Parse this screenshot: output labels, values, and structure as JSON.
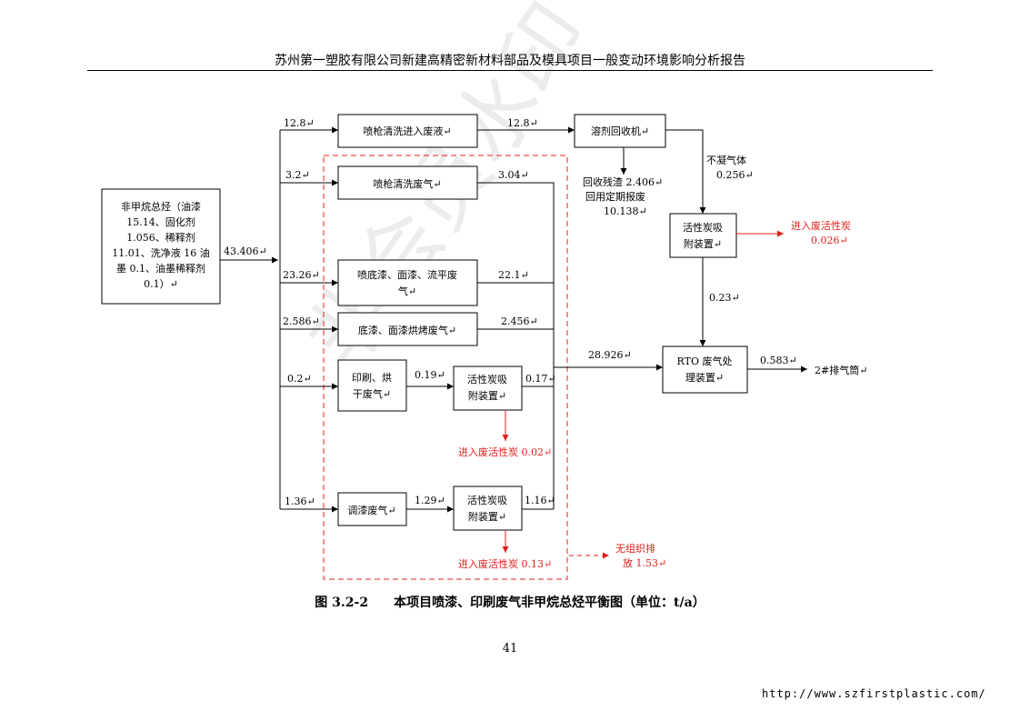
{
  "header": {
    "title": "苏州第一塑胶有限公司新建高精密新材料部品及模具项目一般变动环境影响分析报告"
  },
  "watermark": {
    "text": "非会员水印"
  },
  "diagram": {
    "source_box": {
      "lines": [
        "非甲烷总烃（油漆",
        "15.14、固化剂",
        "1.056、稀释剂",
        "11.01、洗净液 16 油",
        "墨 0.1、油墨稀释剂",
        "0.1）↵"
      ]
    },
    "boxes": {
      "spray_clean_liquid": "喷枪清洗进入废液↵",
      "solvent_recovery": "溶剂回收机↵",
      "spray_clean_gas": "喷枪清洗废气↵",
      "base_coat_lines": [
        "喷底漆、面漆、流平废",
        "气↵"
      ],
      "bake_gas": "底漆、面漆烘烤废气↵",
      "print_lines": [
        "印刷、烘",
        "干废气↵"
      ],
      "carbon1_lines": [
        "活性炭吸",
        "附装置↵"
      ],
      "mix_gas": "调漆废气↵",
      "carbon2_lines": [
        "活性炭吸",
        "附装置↵"
      ],
      "carbon_top_lines": [
        "活性炭吸",
        "附装置↵"
      ],
      "rto_lines": [
        "RTO 废气处",
        "理装置↵"
      ]
    },
    "labels": {
      "v_43_406": "43.406↵",
      "v_12_8a": "12.8↵",
      "v_12_8b": "12.8↵",
      "v_3_2": "3.2↵",
      "v_3_04": "3.04↵",
      "v_23_26": "23.26↵",
      "v_22_1": "22.1↵",
      "v_2_586": "2.586↵",
      "v_2_456": "2.456↵",
      "v_0_2": "0.2↵",
      "v_0_19": "0.19↵",
      "v_0_17": "0.17↵",
      "v_1_36": "1.36↵",
      "v_1_29": "1.29↵",
      "v_1_16": "1.16↵",
      "v_28_926": "28.926↵",
      "v_0_23": "0.23↵",
      "v_0_583": "0.583↵",
      "exhaust": "2#排气筒↵",
      "noncond_1": "不凝气体",
      "noncond_2": "0.256↵",
      "residue_1": "回收残渣 2.406↵",
      "residue_2": "回用定期报废",
      "residue_3": "10.138↵",
      "red_top_1": "进入废活性炭",
      "red_top_2": "0.026↵",
      "red_mid": "进入废活性炭 0.02↵",
      "red_bottom": "进入废活性炭 0.13↵",
      "red_fugitive_1": "无组织排",
      "red_fugitive_2": "放 1.53↵"
    },
    "colors": {
      "red": "#e0201b",
      "line": "#000000"
    }
  },
  "caption": "图 3.2-2　　本项目喷漆、印刷废气非甲烷总烃平衡图（单位：t/a）",
  "page_number": "41",
  "url": "http://www.szfirstplastic.com/"
}
